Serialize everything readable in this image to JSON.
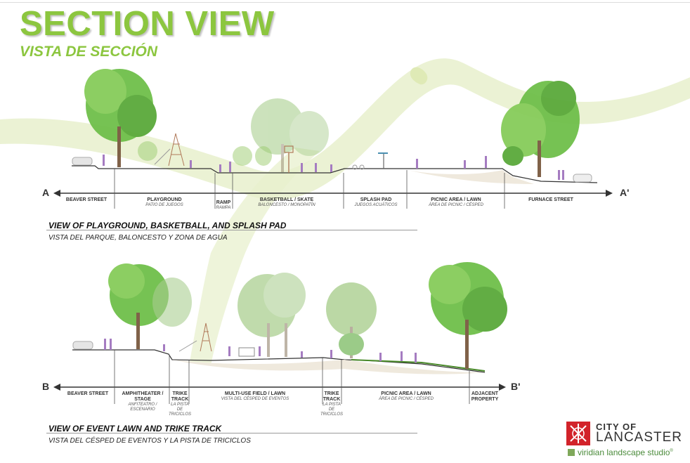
{
  "header": {
    "title": "SECTION VIEW",
    "subtitle": "VISTA DE SECCIÓN"
  },
  "section_a": {
    "start_marker": "A",
    "end_marker": "A'",
    "labels": [
      {
        "en": "BEAVER STREET",
        "es": ""
      },
      {
        "en": "PLAYGROUND",
        "es": "PATIO DE JUEGOS"
      },
      {
        "en": "RAMP",
        "es": "RAMPA"
      },
      {
        "en": "BASKETBALL / SKATE",
        "es": "BALONCESTO / MONOPATÍN"
      },
      {
        "en": "SPLASH PAD",
        "es": "JUEGOS ACUÁTICOS"
      },
      {
        "en": "PICNIC AREA / LAWN",
        "es": "ÁREA DE PICNIC / CÉSPED"
      },
      {
        "en": "FURNACE STREET",
        "es": ""
      }
    ],
    "heading": "VIEW OF PLAYGROUND, BASKETBALL, AND SPLASH PAD",
    "heading_es": "VISTA DEL PARQUE, BALONCESTO Y ZONA DE AGUA"
  },
  "section_b": {
    "start_marker": "B",
    "end_marker": "B'",
    "labels": [
      {
        "en": "BEAVER STREET",
        "es": ""
      },
      {
        "en": "AMPHITHEATER / STAGE",
        "es": "ANFITEATRO / ESCENARIO"
      },
      {
        "en": "TRIKE TRACK",
        "es": "LA PISTA DE TRICICLOS"
      },
      {
        "en": "MULTI-USE FIELD / LAWN",
        "es": "VISTA DEL CÉSPED DE EVENTOS"
      },
      {
        "en": "TRIKE TRACK",
        "es": "LA PISTA DE TRICICLOS"
      },
      {
        "en": "PICNIC AREA / LAWN",
        "es": "ÁREA DE PICNIC / CÉSPED"
      },
      {
        "en": "ADJACENT PROPERTY",
        "es": ""
      }
    ],
    "heading": "VIEW OF EVENT LAWN AND TRIKE TRACK",
    "heading_es": "VISTA DEL CÉSPED DE EVENTOS Y LA PISTA DE TRICICLOS"
  },
  "logo": {
    "city_line": "CITY OF",
    "name_line": "LANCASTER",
    "firm": "viridian landscape studio",
    "firm_mark": "®"
  },
  "colors": {
    "title_green": "#8cc63f",
    "ribbon_green": "#e6efc9",
    "tree_green": "#6fbf4a",
    "logo_red": "#d2232a",
    "figure_purple": "#a57cc1"
  },
  "icons": {
    "logo": "city-of-lancaster-logo-icon",
    "firm": "viridian-square-icon"
  }
}
